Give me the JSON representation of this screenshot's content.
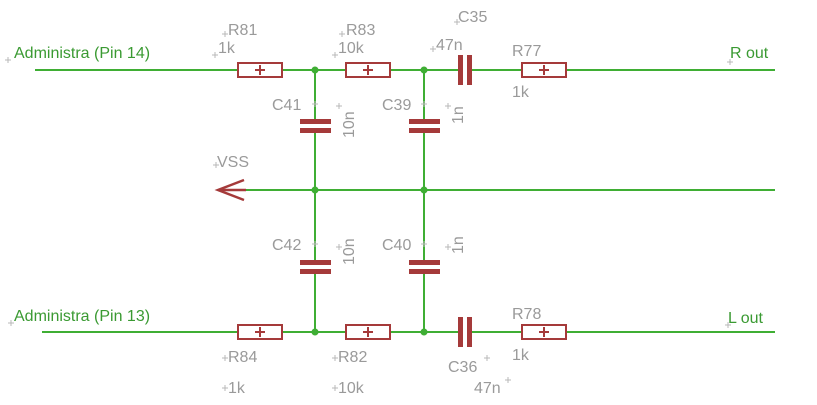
{
  "nets": {
    "in_r": "Administra (Pin 14)",
    "in_l": "Administra (Pin 13)",
    "out_r": "R out",
    "out_l": "L out",
    "supply": "VSS"
  },
  "parts": {
    "R81": {
      "name": "R81",
      "value": "1k"
    },
    "R83": {
      "name": "R83",
      "value": "10k"
    },
    "C35": {
      "name": "C35",
      "value": "47n"
    },
    "R77": {
      "name": "R77",
      "value": "1k"
    },
    "C41": {
      "name": "C41",
      "value": "10n"
    },
    "C39": {
      "name": "C39",
      "value": "1n"
    },
    "C42": {
      "name": "C42",
      "value": "10n"
    },
    "C40": {
      "name": "C40",
      "value": "1n"
    },
    "R84": {
      "name": "R84",
      "value": "1k"
    },
    "R82": {
      "name": "R82",
      "value": "10k"
    },
    "C36": {
      "name": "C36",
      "value": "47n"
    },
    "R78": {
      "name": "R78",
      "value": "1k"
    }
  },
  "colors": {
    "wire": "#3fae34",
    "component": "#a53a3a",
    "net_text": "#3a9a32",
    "part_text": "#9a9a9a"
  }
}
